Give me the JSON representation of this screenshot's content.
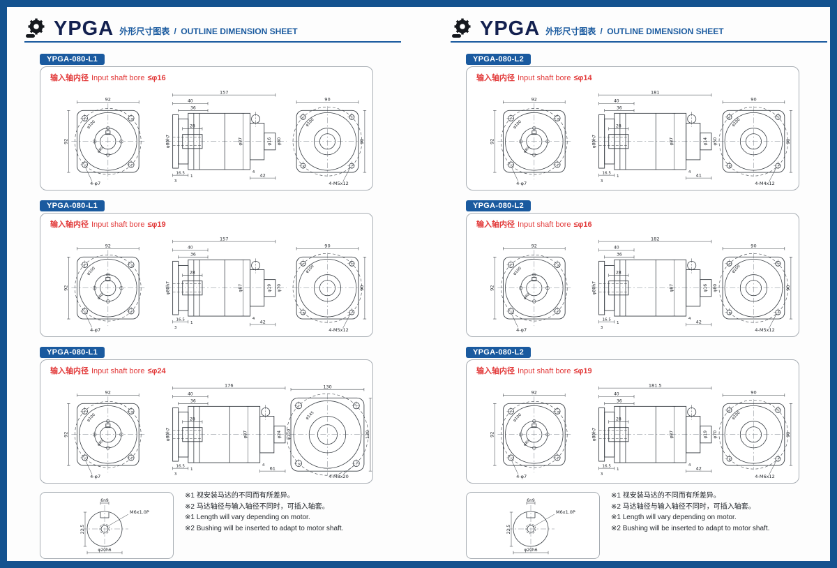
{
  "colors": {
    "frame_blue": "#14528f",
    "accent_blue": "#1a5a9f",
    "note_red": "#e23a3a"
  },
  "header": {
    "logo": "YPGA",
    "subtitle_cn": "外形尺寸图表",
    "separator": "/",
    "subtitle_en": "OUTLINE DIMENSION SHEET"
  },
  "panels": [
    {
      "tag": "YPGA-080-L1",
      "bore_label_cn": "输入轴内径",
      "bore_label_en": "Input shaft bore",
      "bore_limit": "≤φ16",
      "front": {
        "width": "92",
        "height": "92",
        "holes": "4-φ7",
        "bolt_circle": "φ100",
        "spigot": "φ80"
      },
      "side": {
        "total": "157",
        "n40": "40",
        "n36": "36",
        "n28": "28",
        "flange": "φ80h7",
        "n165": "16.5",
        "n1": "1",
        "n3": "3",
        "n4": "4",
        "body": "φ87",
        "shaft": "φ16",
        "pilot": "φ80",
        "tail": "42"
      },
      "rear": {
        "width": "90",
        "height": "90",
        "bolt_circle": "φ100",
        "holes": "4-M5x12"
      }
    },
    {
      "tag": "YPGA-080-L1",
      "bore_label_cn": "输入轴内径",
      "bore_label_en": "Input shaft bore",
      "bore_limit": "≤φ19",
      "front": {
        "width": "92",
        "height": "92",
        "holes": "4-φ7",
        "bolt_circle": "φ100",
        "spigot": "φ80"
      },
      "side": {
        "total": "157",
        "n40": "40",
        "n36": "36",
        "n28": "28",
        "flange": "φ80h7",
        "n165": "16.5",
        "n1": "1",
        "n3": "3",
        "n4": "4",
        "body": "φ87",
        "shaft": "φ19",
        "pilot": "φ70",
        "tail": "42"
      },
      "rear": {
        "width": "90",
        "height": "90",
        "bolt_circle": "φ100",
        "holes": "4-M5x12"
      }
    },
    {
      "tag": "YPGA-080-L1",
      "bore_label_cn": "输入轴内径",
      "bore_label_en": "Input shaft bore",
      "bore_limit": "≤φ24",
      "front": {
        "width": "92",
        "height": "92",
        "holes": "4-φ7",
        "bolt_circle": "φ100",
        "spigot": "φ80"
      },
      "side": {
        "total": "176",
        "n40": "40",
        "n36": "36",
        "n28": "28",
        "flange": "φ80h7",
        "n165": "16.5",
        "n1": "1",
        "n3": "3",
        "n4": "4",
        "body": "φ87",
        "shaft": "φ24",
        "pilot": "φ110",
        "tail": "61"
      },
      "rear": {
        "width": "130",
        "height": "130",
        "bolt_circle": "φ145",
        "holes": "4-M8x20"
      }
    },
    {
      "tag": "YPGA-080-L2",
      "bore_label_cn": "输入轴内径",
      "bore_label_en": "Input shaft bore",
      "bore_limit": "≤φ14",
      "front": {
        "width": "92",
        "height": "92",
        "holes": "4-φ7",
        "bolt_circle": "φ100",
        "spigot": "φ80"
      },
      "side": {
        "total": "181",
        "n40": "40",
        "n36": "36",
        "n28": "28",
        "flange": "φ80h7",
        "n165": "16.5",
        "n1": "1",
        "n3": "3",
        "n4": "4",
        "body": "φ87",
        "shaft": "φ14",
        "pilot": "φ50",
        "tail": "41"
      },
      "rear": {
        "width": "90",
        "height": "90",
        "bolt_circle": "φ100",
        "holes": "4-M4x12"
      }
    },
    {
      "tag": "YPGA-080-L2",
      "bore_label_cn": "输入轴内径",
      "bore_label_en": "Input shaft bore",
      "bore_limit": "≤φ16",
      "front": {
        "width": "92",
        "height": "92",
        "holes": "4-φ7",
        "bolt_circle": "φ100",
        "spigot": "φ80"
      },
      "side": {
        "total": "182",
        "n40": "40",
        "n36": "36",
        "n28": "28",
        "flange": "φ80h7",
        "n165": "16.5",
        "n1": "1",
        "n3": "3",
        "n4": "4",
        "body": "φ87",
        "shaft": "φ16",
        "pilot": "φ80",
        "tail": "42"
      },
      "rear": {
        "width": "90",
        "height": "90",
        "bolt_circle": "φ100",
        "holes": "4-M5x12"
      }
    },
    {
      "tag": "YPGA-080-L2",
      "bore_label_cn": "输入轴内径",
      "bore_label_en": "Input shaft bore",
      "bore_limit": "≤φ19",
      "front": {
        "width": "92",
        "height": "92",
        "holes": "4-φ7",
        "bolt_circle": "φ100",
        "spigot": "φ80"
      },
      "side": {
        "total": "181.5",
        "n40": "40",
        "n36": "36",
        "n28": "28",
        "flange": "φ80h7",
        "n165": "16.5",
        "n1": "1",
        "n3": "3",
        "n4": "4",
        "body": "φ87",
        "shaft": "φ19",
        "pilot": "φ70",
        "tail": "42"
      },
      "rear": {
        "width": "90",
        "height": "90",
        "bolt_circle": "φ100",
        "holes": "4-M6x12"
      }
    }
  ],
  "notes": {
    "lines": [
      "※1 视安装马达的不同而有所差异。",
      "※2 马达轴径与输入轴径不同时，可插入轴套。",
      "※1 Length will vary depending on motor.",
      "※2 Bushing will be inserted to adapt to motor shaft."
    ]
  },
  "shaft_detail": {
    "key_width": "6n9",
    "key_height": "22.5",
    "dia": "φ20h6",
    "thread": "M6x1.0P"
  }
}
